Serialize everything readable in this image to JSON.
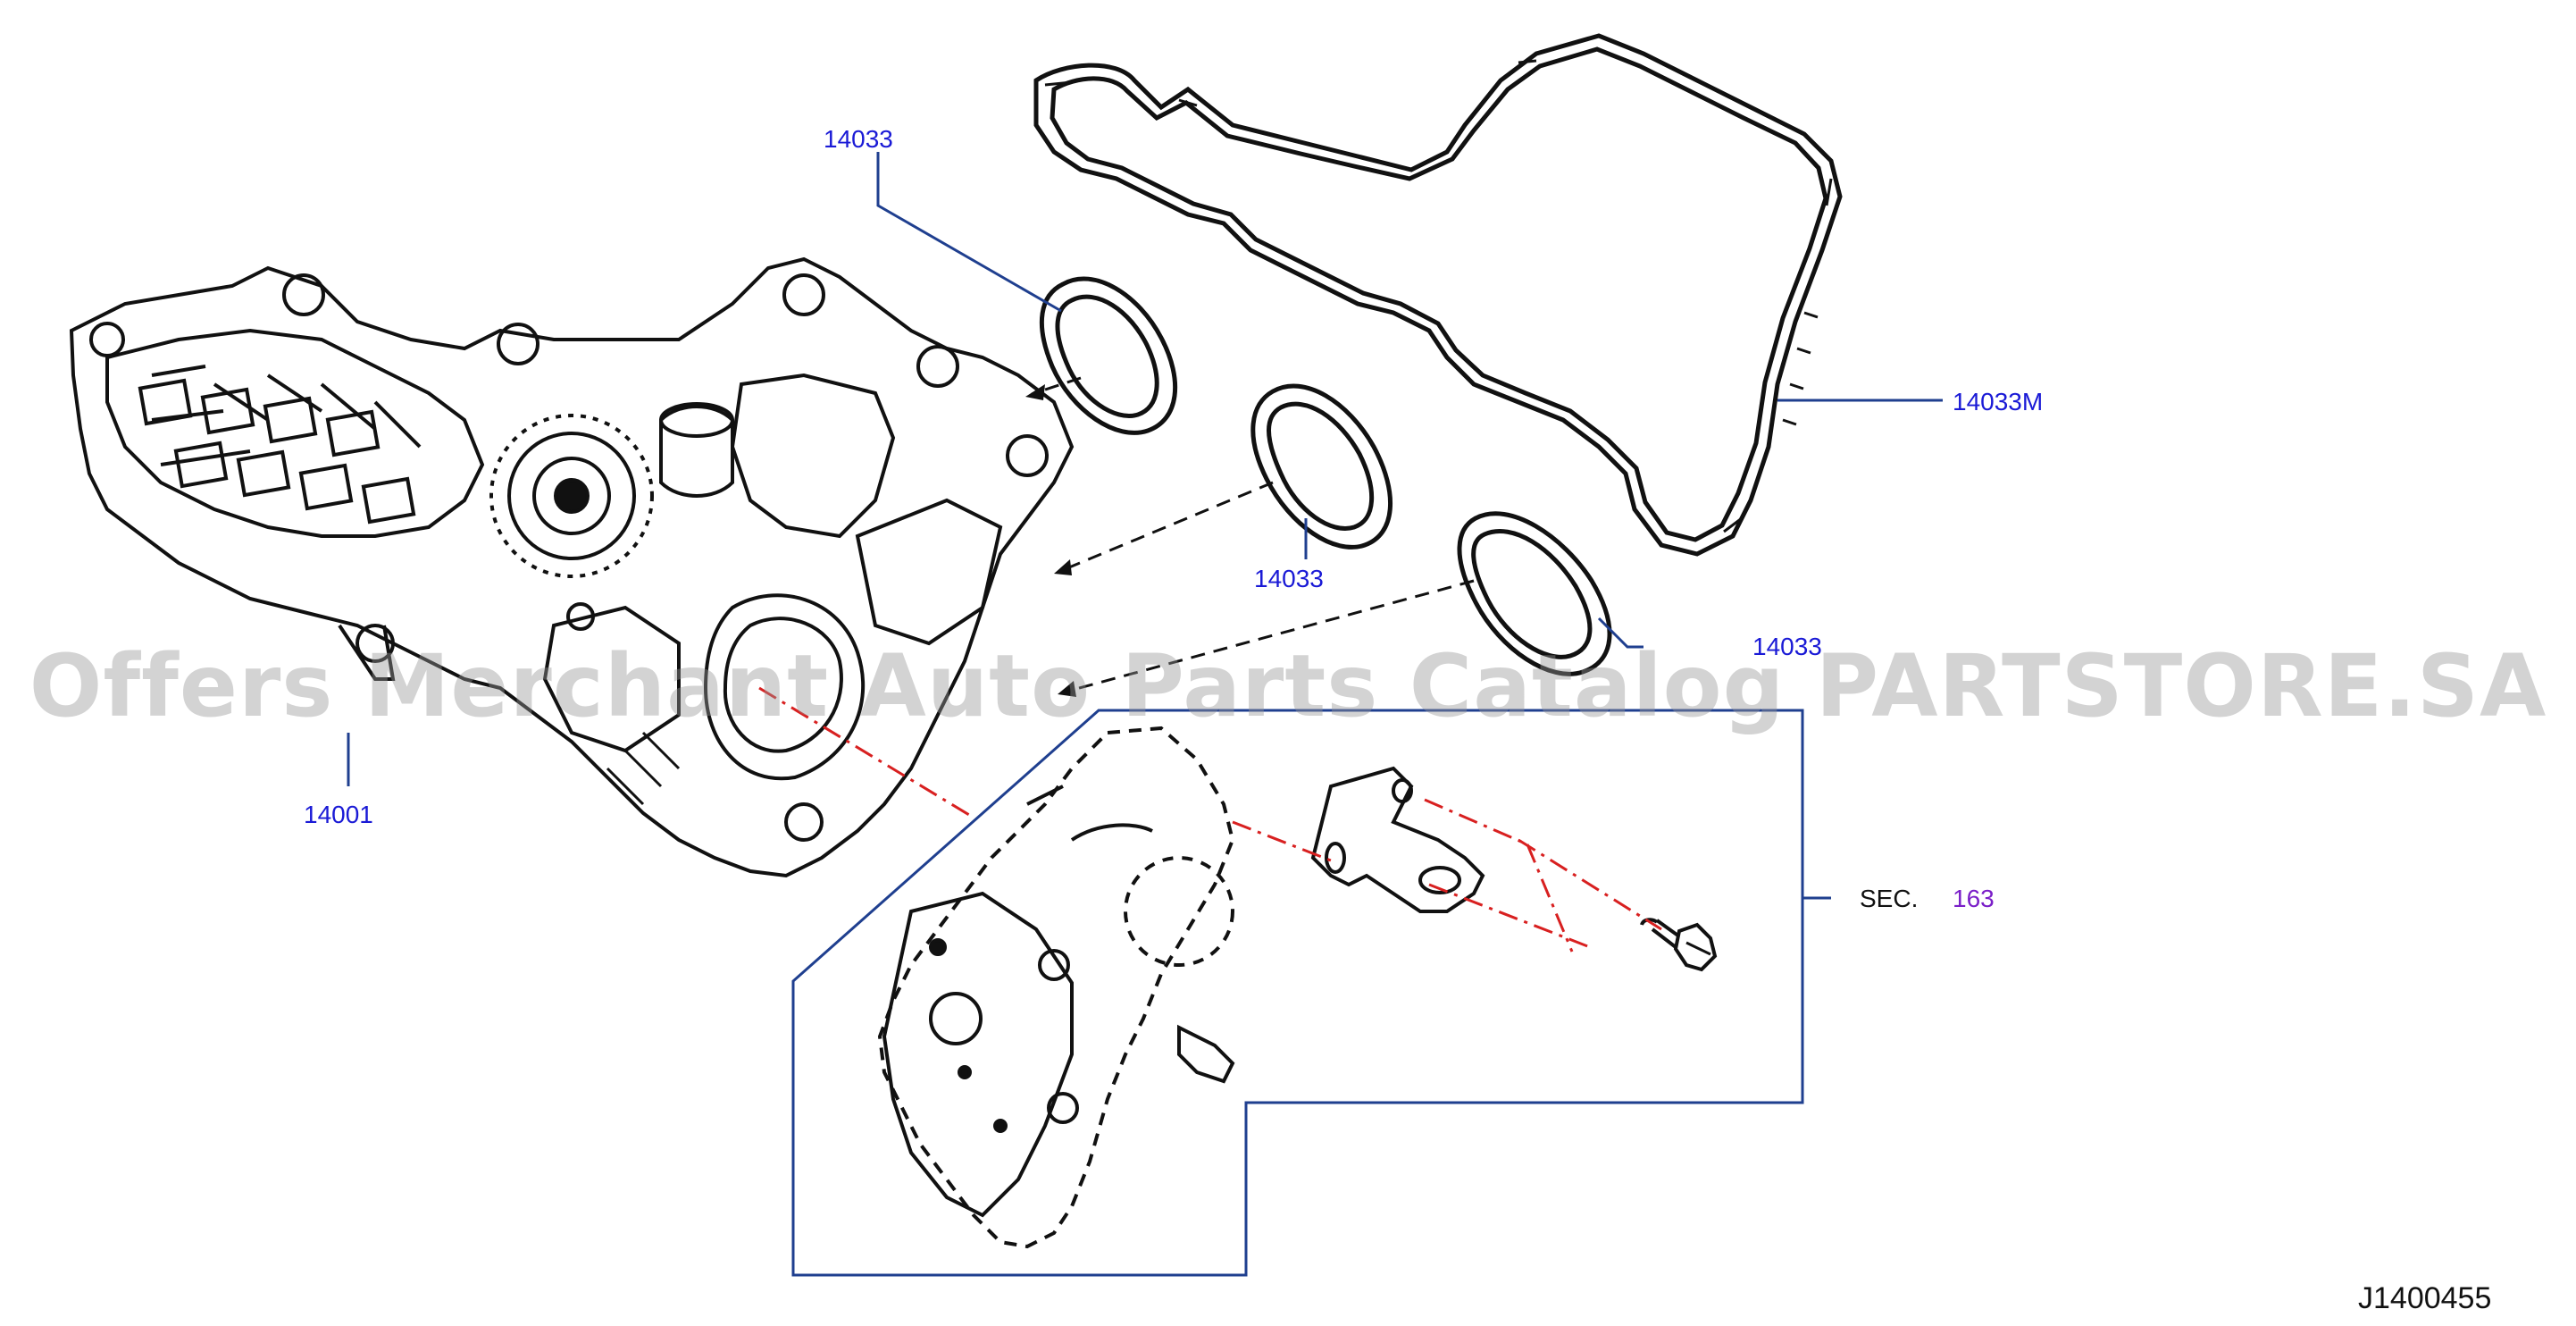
{
  "callouts": {
    "gasket_upper": "14033",
    "gasket_middle": "14033",
    "gasket_lower": "14033",
    "gasket_set": "14033M",
    "manifold": "14001"
  },
  "section_ref": {
    "prefix": "SEC.",
    "number": "163"
  },
  "diagram_id": "J1400455",
  "watermark": "Offers Merchant Auto Parts Catalog PARTSTORE.SA",
  "colors": {
    "line": "#111111",
    "leader": "#1f3f8f",
    "callout_text": "#1a1ad6",
    "section_number": "#7a1ec8",
    "hidden_line": "#d82020"
  }
}
